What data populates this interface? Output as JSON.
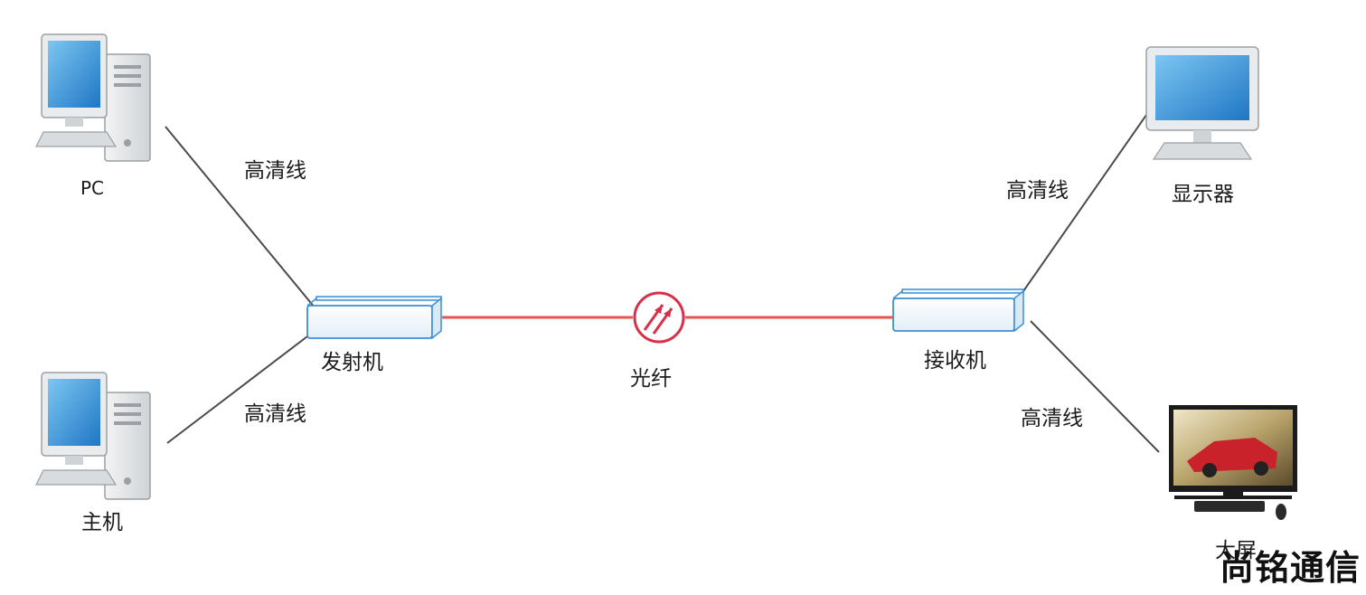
{
  "nodes": {
    "pc": "PC",
    "host": "主机",
    "monitor": "显示器",
    "big_screen": "大屏",
    "transmitter": "发射机",
    "receiver": "接收机",
    "fiber": "光纤"
  },
  "cables": {
    "pc_to_transmitter": "高清线",
    "host_to_transmitter": "高清线",
    "receiver_to_monitor": "高清线",
    "receiver_to_big_screen": "高清线"
  },
  "brand": "尚铭通信",
  "colors": {
    "fiber_line": "#e8554e",
    "cable_line": "#4a4a4a",
    "device_outline": "#3a8fd6",
    "fiber_icon": "#d8304a"
  },
  "icons": {
    "pc": "desktop-computer-icon",
    "host": "desktop-computer-icon",
    "monitor": "monitor-icon",
    "big_screen": "tv-screen-icon",
    "transmitter": "optical-transmitter-icon",
    "receiver": "optical-receiver-icon",
    "fiber": "fiber-optic-icon"
  }
}
